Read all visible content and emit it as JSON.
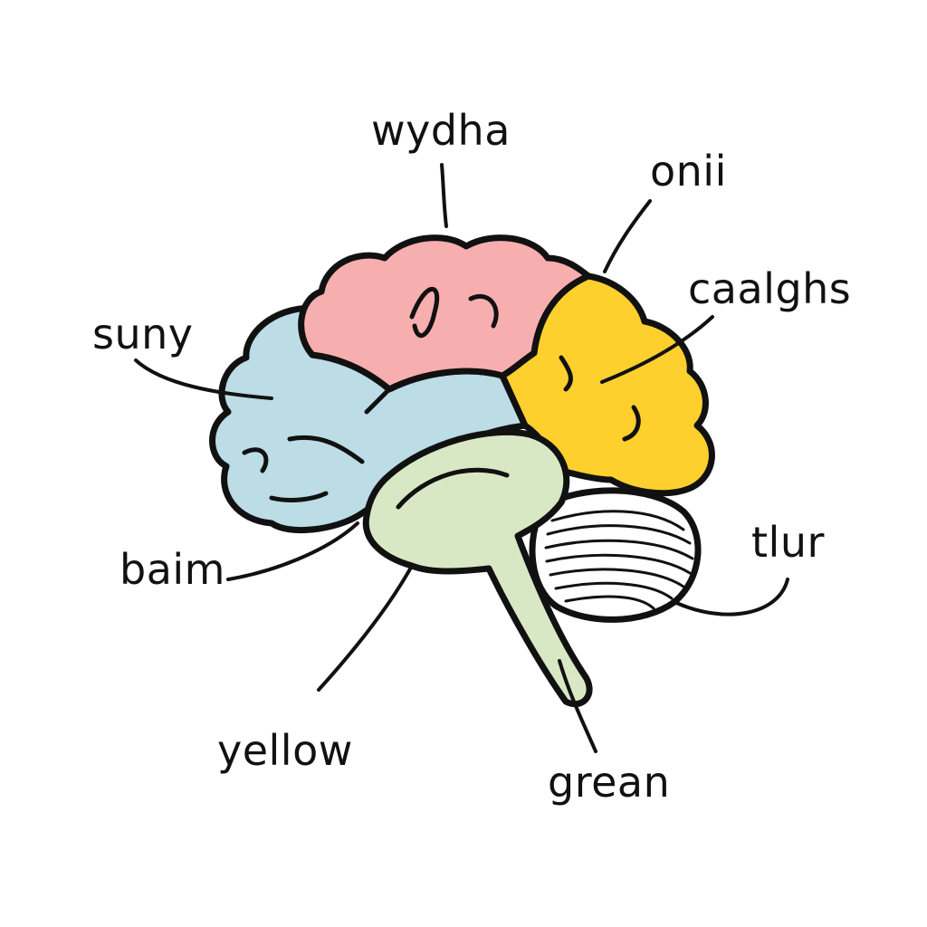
{
  "labels": {
    "top": "wydha",
    "top_right": "onii",
    "right_upper": "caalghs",
    "left_upper": "suny",
    "left_lower": "baim",
    "right_lower": "tlur",
    "bottom_left": "yellow",
    "bottom_right": "grean"
  },
  "colors": {
    "outline": "#111111",
    "pink_lobe": "#f7aeae",
    "blue_lobe": "#bcdce6",
    "yellow_lobe": "#fdd02e",
    "green_stem": "#d9e8c4",
    "cerebellum": "#ffffff",
    "background": "#ffffff"
  }
}
